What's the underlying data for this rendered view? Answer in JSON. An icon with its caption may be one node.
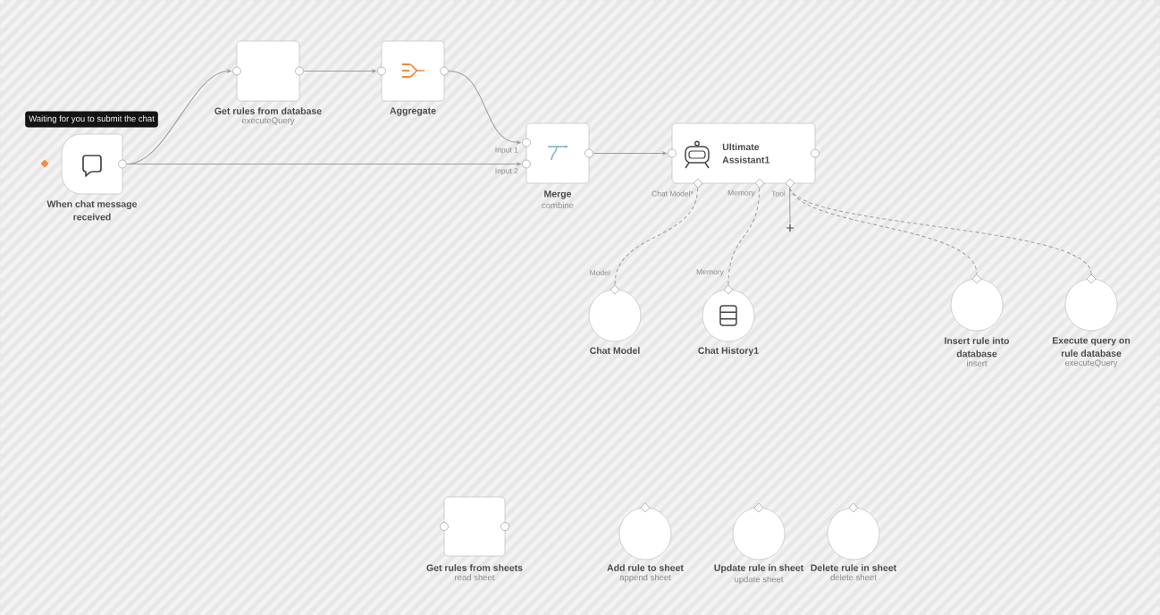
{
  "diagram": {
    "nodes": [
      {
        "text": [
          "Waiting for you to submit the chat",
          "When chat message received"
        ]
      },
      {
        "text": [
          "Get rules from database",
          "executeQuery"
        ]
      },
      {
        "text": [
          "Aggregate"
        ]
      },
      {
        "text": [
          "Merge",
          "combine"
        ],
        "beside": [
          "Input 1",
          "Input 2"
        ]
      },
      {
        "text": [
          "Ultimate Assistant1"
        ],
        "beside": [
          "Chat Model*",
          "Memory",
          "Tool"
        ]
      },
      {
        "text": [],
        "shape": "plus"
      },
      {
        "text": [
          "Chat Model"
        ],
        "beside": [
          "Model"
        ]
      },
      {
        "text": [
          "Chat History1"
        ],
        "beside": [
          "Memory"
        ]
      },
      {
        "text": [
          "Insert rule into database",
          "insert"
        ]
      },
      {
        "text": [
          "Execute query on rule database",
          "executeQuery"
        ]
      },
      {
        "text": [
          "Get rules from sheets",
          "read sheet"
        ]
      },
      {
        "text": [
          "Add rule to sheet",
          "append sheet"
        ]
      },
      {
        "text": [
          "Update rule in sheet",
          "update sheet"
        ]
      },
      {
        "text": [
          "Delete rule in sheet",
          "delete sheet"
        ]
      }
    ],
    "edges": [
      {
        "from": 0,
        "to": 1,
        "arrow": "to"
      },
      {
        "from": 1,
        "to": 2,
        "arrow": "to"
      },
      {
        "from": 2,
        "to": 3,
        "arrow": "to"
      },
      {
        "from": 0,
        "to": 3,
        "arrow": "to"
      },
      {
        "from": 3,
        "to": 4,
        "arrow": "to"
      },
      {
        "from": 4,
        "to": 6,
        "arrow": "none",
        "style": "dashed"
      },
      {
        "from": 4,
        "to": 7,
        "arrow": "none",
        "style": "dashed"
      },
      {
        "from": 4,
        "to": 5,
        "arrow": "none"
      },
      {
        "from": 4,
        "to": 8,
        "arrow": "none",
        "style": "dashed"
      },
      {
        "from": 4,
        "to": 9,
        "arrow": "none",
        "style": "dashed"
      }
    ]
  }
}
